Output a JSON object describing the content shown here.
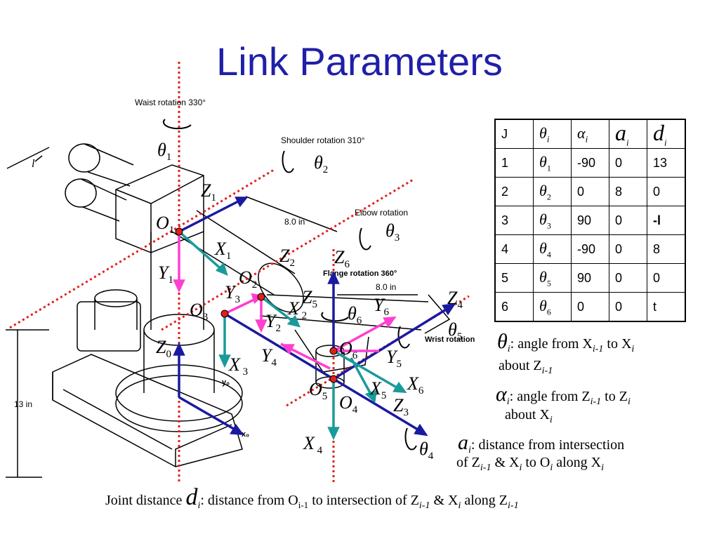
{
  "title": "Link Parameters",
  "diagram": {
    "waist_rotation": "Waist rotation 330°",
    "shoulder_rotation": "Shoulder rotation 310°",
    "elbow_rotation": "Elbow rotation",
    "flange_rotation": "Flange rotation 360°",
    "wrist_rotation": "Wrist rotation",
    "dim_8in_a": "8.0 in",
    "dim_8in_b": "8.0 in",
    "dim_13in": "13 in",
    "dim_l": "l",
    "axis_y0": "y₀",
    "axis_x0": "x₀"
  },
  "table": {
    "headers": [
      "J",
      "θ",
      "α",
      "a",
      "d"
    ],
    "header_subscript": "i",
    "rows": [
      {
        "j": "1",
        "theta_sub": "1",
        "alpha": "-90",
        "a": "0",
        "d": "13"
      },
      {
        "j": "2",
        "theta_sub": "2",
        "alpha": "0",
        "a": "8",
        "d": "0"
      },
      {
        "j": "3",
        "theta_sub": "3",
        "alpha": "90",
        "a": "0",
        "d": "-l"
      },
      {
        "j": "4",
        "theta_sub": "4",
        "alpha": "-90",
        "a": "0",
        "d": "8"
      },
      {
        "j": "5",
        "theta_sub": "5",
        "alpha": "90",
        "a": "0",
        "d": "0"
      },
      {
        "j": "6",
        "theta_sub": "6",
        "alpha": "0",
        "a": "0",
        "d": "t"
      }
    ]
  },
  "definitions": {
    "theta_line1": ": angle from X",
    "theta_to": " to X",
    "theta_line2": "about Z",
    "alpha_line1": ": angle from Z",
    "alpha_to": " to Z",
    "alpha_line2": "about X",
    "a_line1": ": distance from intersection",
    "a_line2a": "of Z",
    "a_line2b": " & X",
    "a_line2c": " to O",
    "a_line2d": " along X",
    "joint_prefix": "Joint distance",
    "d_text1": ": distance from O",
    "d_text2": " to intersection of Z",
    "d_text3": " & X",
    "d_text4": " along Z",
    "sub_i": "i",
    "sub_im1": "i-1"
  },
  "colors": {
    "title": "#1f1fa8",
    "z_axis": "#1a1aa0",
    "x_axis": "#1a9a9a",
    "y_axis": "#ff3fd0",
    "joint_line": "#e0201a",
    "origin": "#e0201a"
  }
}
